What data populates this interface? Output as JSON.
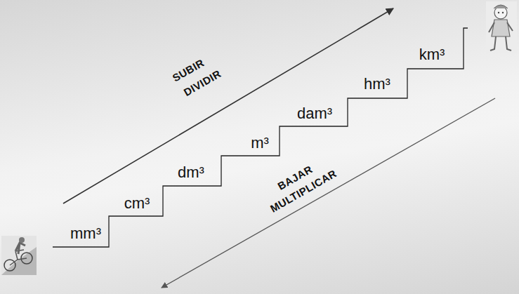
{
  "diagram": {
    "labels": [
      "SUBIR",
      "DIVIDIR",
      "BAJAR",
      "MULTIPLICAR",
      "mm³",
      "cm³",
      "dm³",
      "m³",
      "dam³",
      "hm³",
      "km³"
    ]
  }
}
